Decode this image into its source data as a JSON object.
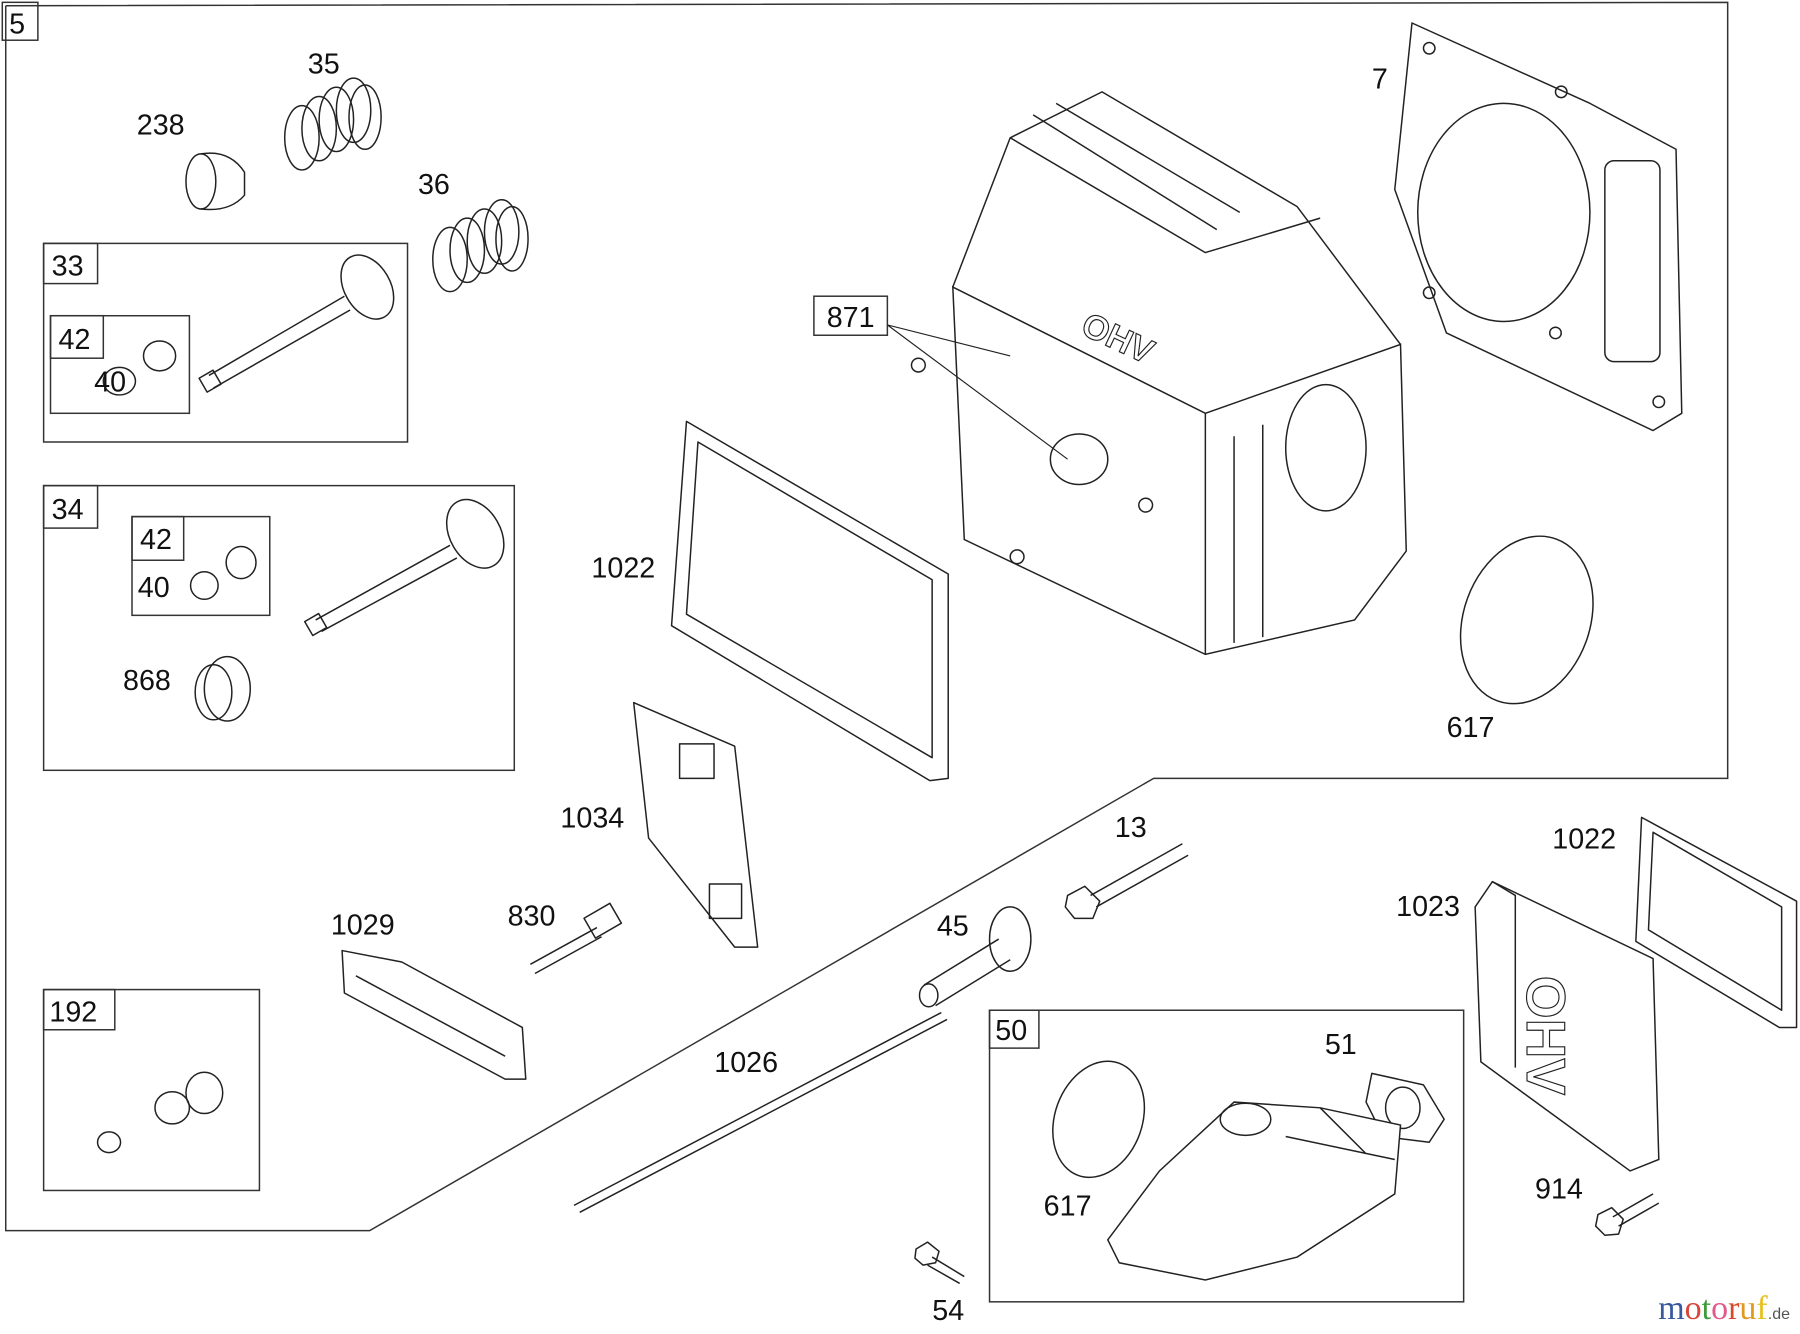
{
  "diagram": {
    "group_labels": {
      "main": "5",
      "exhaust_valve": "33",
      "exhaust_keepers": "42",
      "exhaust_keepers_sub": "40",
      "intake_valve": "34",
      "intake_keepers": "42",
      "intake_keepers_sub": "40",
      "breather_kit": "192",
      "intake_kit": "50",
      "head_bolt_callout": "871"
    },
    "callouts": [
      "238",
      "35",
      "36",
      "7",
      "1022",
      "617",
      "868",
      "1034",
      "1029",
      "830",
      "13",
      "45",
      "1026",
      "1022",
      "1023",
      "51",
      "617",
      "914",
      "54"
    ],
    "watermark": {
      "text": "motoruf",
      "suffix": ".de",
      "letter_colors": [
        "#3a5a9f",
        "#d9453b",
        "#3f9a3a",
        "#e05a8c",
        "#d94a2a",
        "#e09a20",
        "#e6c020"
      ]
    }
  }
}
